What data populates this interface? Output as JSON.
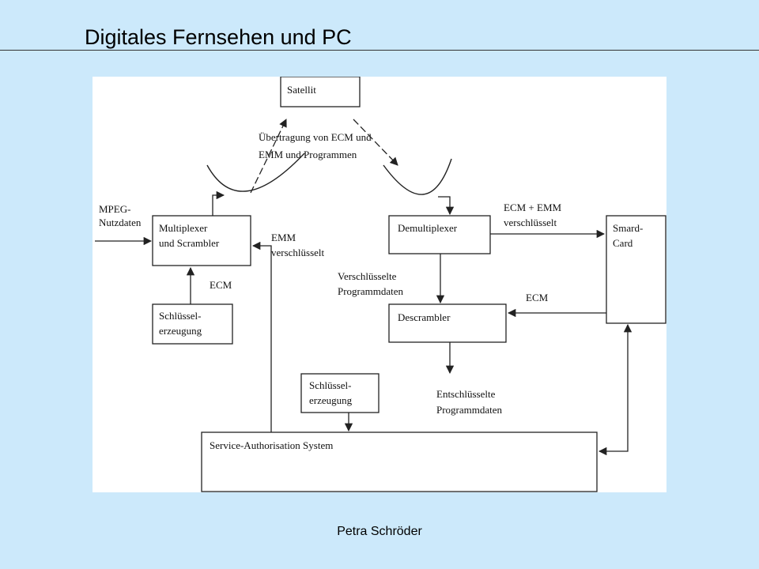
{
  "slide": {
    "title": "Digitales Fernsehen und PC",
    "author": "Petra Schröder"
  },
  "diagram": {
    "satellite": "Satellit",
    "transmission": [
      "Übertragung von ECM und",
      "EMM und Programmen"
    ],
    "mpeg_input": [
      "MPEG-",
      "Nutzdaten"
    ],
    "multiplexer": [
      "Multiplexer",
      "und Scrambler"
    ],
    "key_gen_left": [
      "Schlüssel-",
      "erzeugung"
    ],
    "ecm_left": "ECM",
    "emm_encrypted": [
      "EMM",
      "verschlüsselt"
    ],
    "demultiplexer": "Demultiplexer",
    "ecm_emm_encrypted": [
      "ECM + EMM",
      "verschlüsselt"
    ],
    "smart_card": [
      "Smard-",
      "Card"
    ],
    "encrypted_program": [
      "Verschlüsselte",
      "Programmdaten"
    ],
    "ecm_right": "ECM",
    "descrambler": "Descrambler",
    "decrypted_program": [
      "Entschlüsselte",
      "Programmdaten"
    ],
    "key_gen_center": [
      "Schlüssel-",
      "erzeugung"
    ],
    "sas": "Service-Authorisation System"
  }
}
